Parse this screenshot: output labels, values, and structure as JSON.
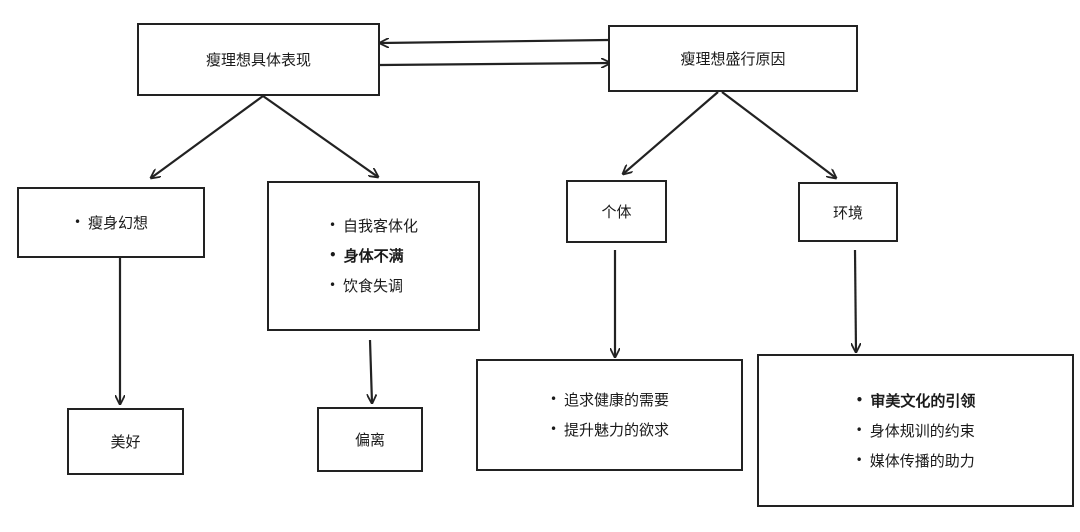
{
  "nodes": {
    "manifest": "瘦理想具体表现",
    "causes": "瘦理想盛行原因",
    "fantasy": [
      "瘦身幻想"
    ],
    "objectify": [
      "自我客体化",
      "身体不满",
      "饮食失调"
    ],
    "individual": "个体",
    "environment": "环境",
    "beauty": "美好",
    "deviation": "偏离",
    "individual_reasons": [
      "追求健康的需要",
      "提升魅力的欲求"
    ],
    "environment_reasons": [
      "审美文化的引领",
      "身体规训的约束",
      "媒体传播的助力"
    ]
  }
}
